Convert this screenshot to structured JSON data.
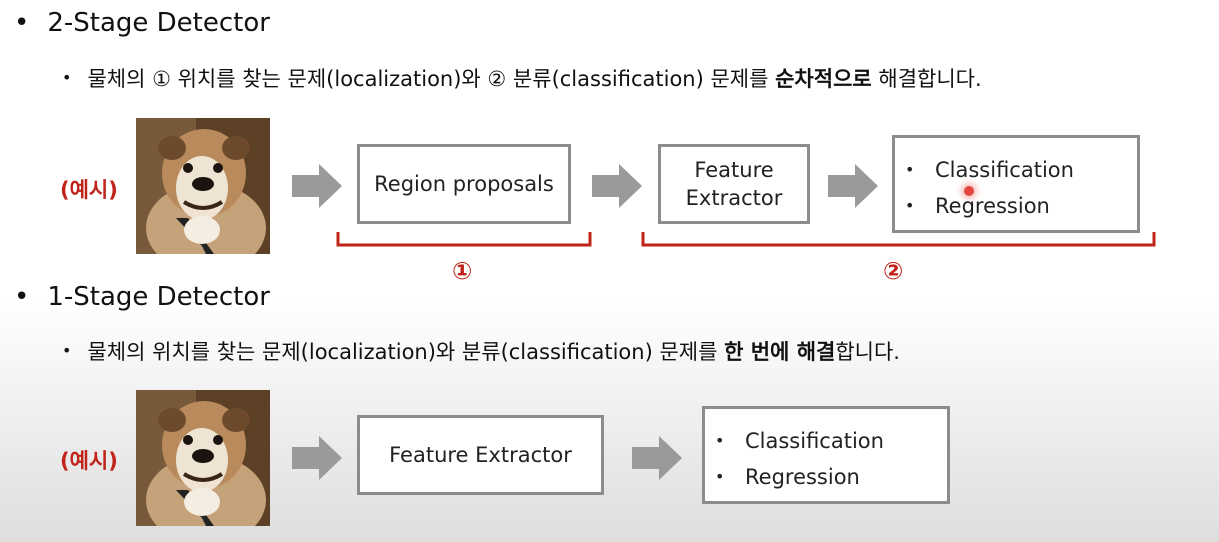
{
  "sections": [
    {
      "heading": "2-Stage Detector",
      "desc_prefix": "물체의 ① 위치를 찾는 문제(localization)와 ② 분류(classification) 문제를 ",
      "desc_bold": "순차적으로",
      "desc_suffix": " 해결합니다.",
      "example_label": "(예시)",
      "boxes": {
        "region": "Region proposals",
        "feature_line1": "Feature",
        "feature_line2": "Extractor",
        "out_items": [
          "Classification",
          "Regression"
        ]
      },
      "bracket_labels": [
        "①",
        "②"
      ]
    },
    {
      "heading": "1-Stage Detector",
      "desc_prefix": "물체의 위치를 찾는 문제(localization)와 분류(classification) 문제를 ",
      "desc_bold": "한 번에 해결",
      "desc_suffix": "합니다.",
      "example_label": "(예시)",
      "boxes": {
        "feature": "Feature Extractor",
        "out_items": [
          "Classification",
          "Regression"
        ]
      }
    }
  ],
  "bullet_symbol": "•",
  "accent_color": "#c0231a",
  "box_border_color": "#8c8c8c",
  "arrow_color": "#9a9a9a"
}
